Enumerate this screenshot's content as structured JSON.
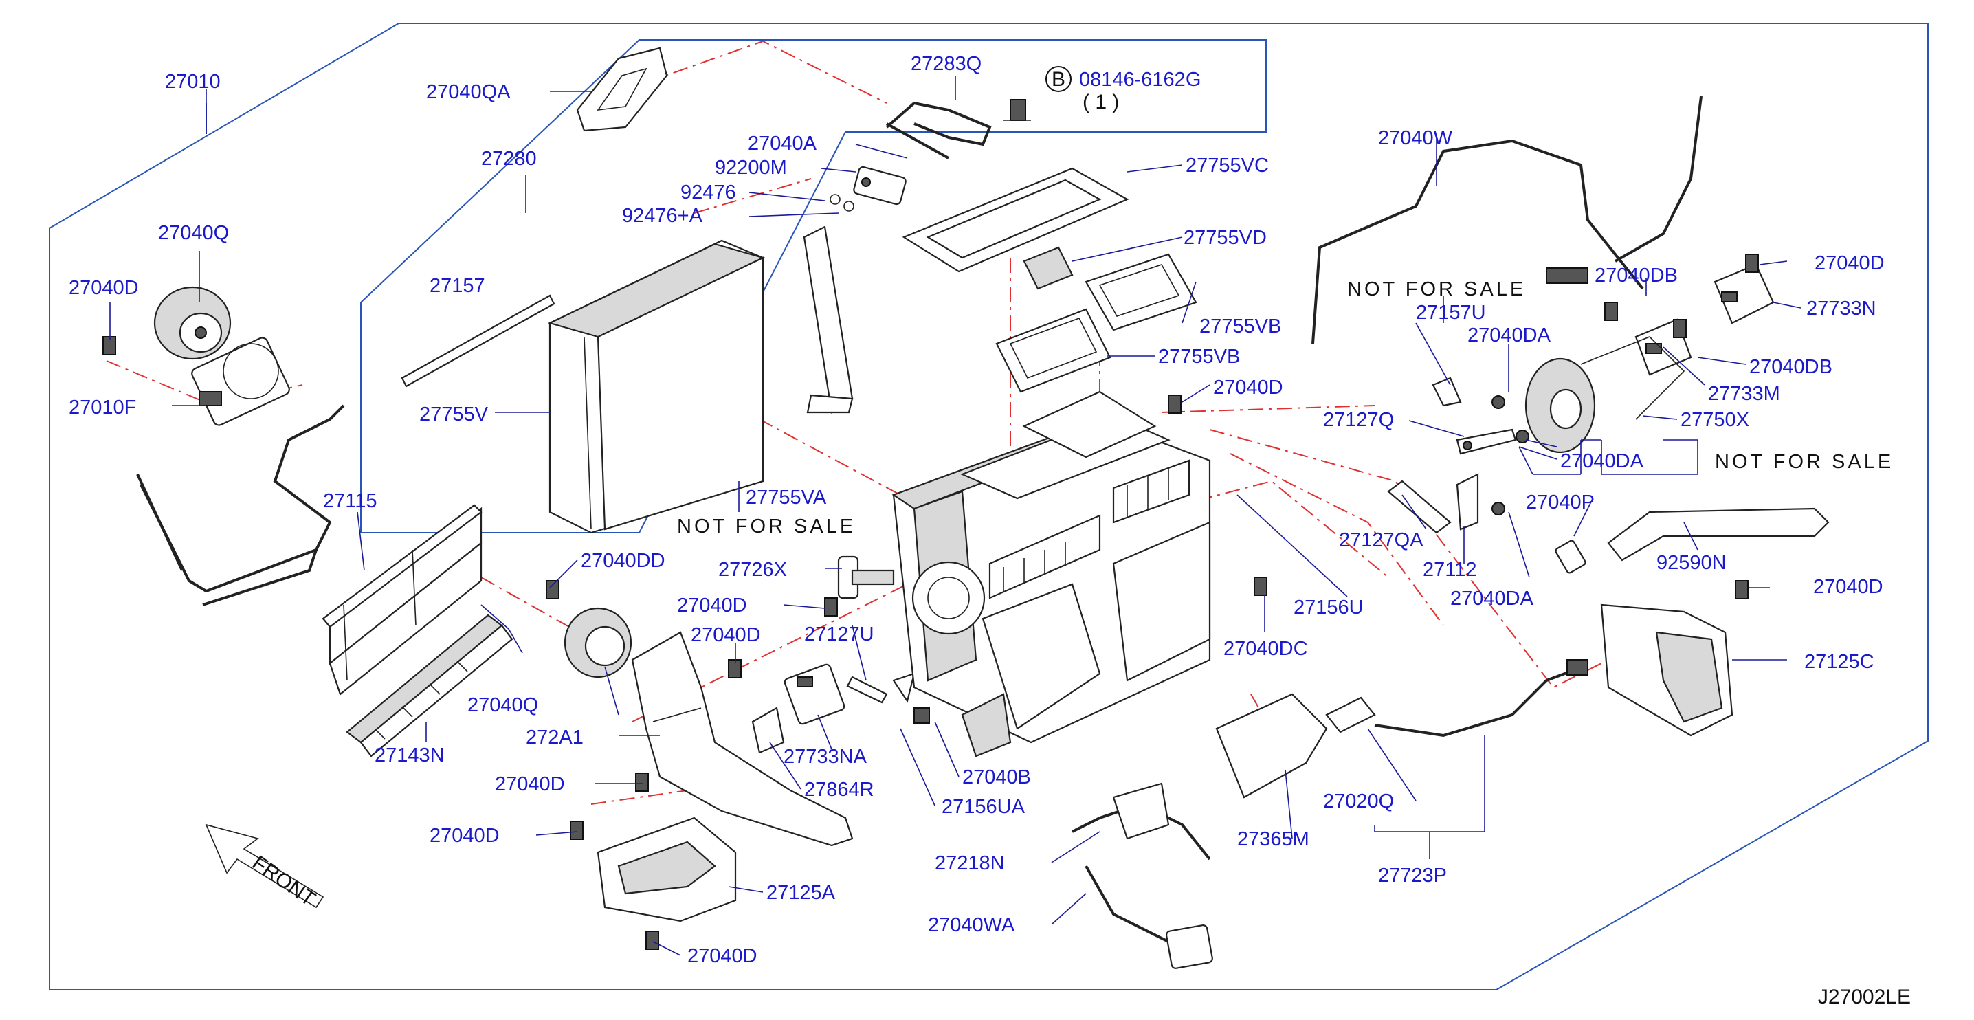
{
  "diagram": {
    "code": "J27002LE",
    "not_for_sale": "NOT  FOR  SALE",
    "front_label": "FRONT",
    "bolt_badge": "B",
    "bolt_part": "08146-6162G",
    "bolt_qty": "( 1 )",
    "colors": {
      "label": "#1a1acc",
      "frame": "#2a55b8",
      "centerline": "#e03030",
      "linework": "#222222"
    },
    "labels": [
      "27010",
      "27040QA",
      "27283Q",
      "27280",
      "27040A",
      "92200M",
      "92476",
      "92476+A",
      "27755VC",
      "27040Q",
      "27040D",
      "27157",
      "27755VD",
      "27755VB",
      "27755VB",
      "27010F",
      "27755V",
      "27040D",
      "27115",
      "27755VA",
      "27040DD",
      "27726X",
      "27040D",
      "27040D",
      "27127U",
      "27040Q",
      "272A1",
      "27143N",
      "27733NA",
      "27040D",
      "27864R",
      "27040D",
      "27040B",
      "27156UA",
      "27125A",
      "27040D",
      "27218N",
      "27040WA",
      "27365M",
      "27020Q",
      "27723P",
      "27040W",
      "27157U",
      "27040DA",
      "27040DB",
      "27040D",
      "27733N",
      "27040DB",
      "27733M",
      "27750X",
      "27127Q",
      "27040DA",
      "27040P",
      "27127QA",
      "27112",
      "27040DA",
      "92590N",
      "27156U",
      "27040DC",
      "27040D",
      "27125C"
    ]
  }
}
